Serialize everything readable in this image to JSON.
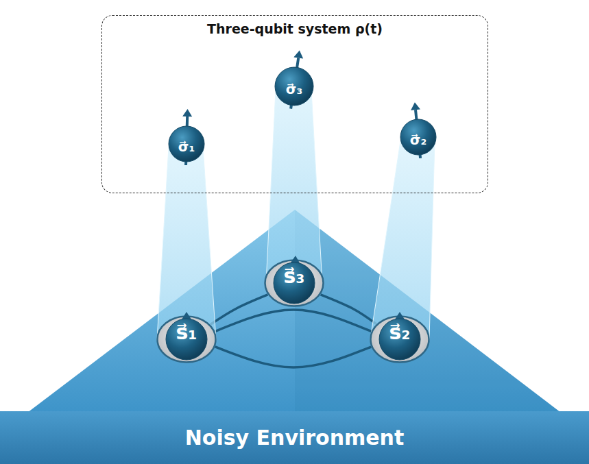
{
  "diagram": {
    "nodes": [
      {
        "text": [
          "Three-qubit system ρ(t)"
        ]
      },
      {
        "text": [
          "σ⃗₁"
        ],
        "in": 0
      },
      {
        "text": [
          "σ⃗₃"
        ],
        "in": 0
      },
      {
        "text": [
          "σ⃗₂"
        ],
        "in": 0
      },
      {
        "text": [
          "Noisy Environment"
        ]
      },
      {
        "text": [
          "s⃗₁"
        ],
        "in": 4
      },
      {
        "text": [
          "s⃗₃"
        ],
        "in": 4
      },
      {
        "text": [
          "s⃗₂"
        ],
        "in": 4
      }
    ],
    "edges": [
      {
        "from": 5,
        "to": 6,
        "arrow": "none"
      },
      {
        "from": 6,
        "to": 7,
        "arrow": "none"
      },
      {
        "from": 5,
        "to": 7,
        "arrow": "none"
      },
      {
        "from": 5,
        "to": 7,
        "arrow": "none"
      }
    ]
  }
}
